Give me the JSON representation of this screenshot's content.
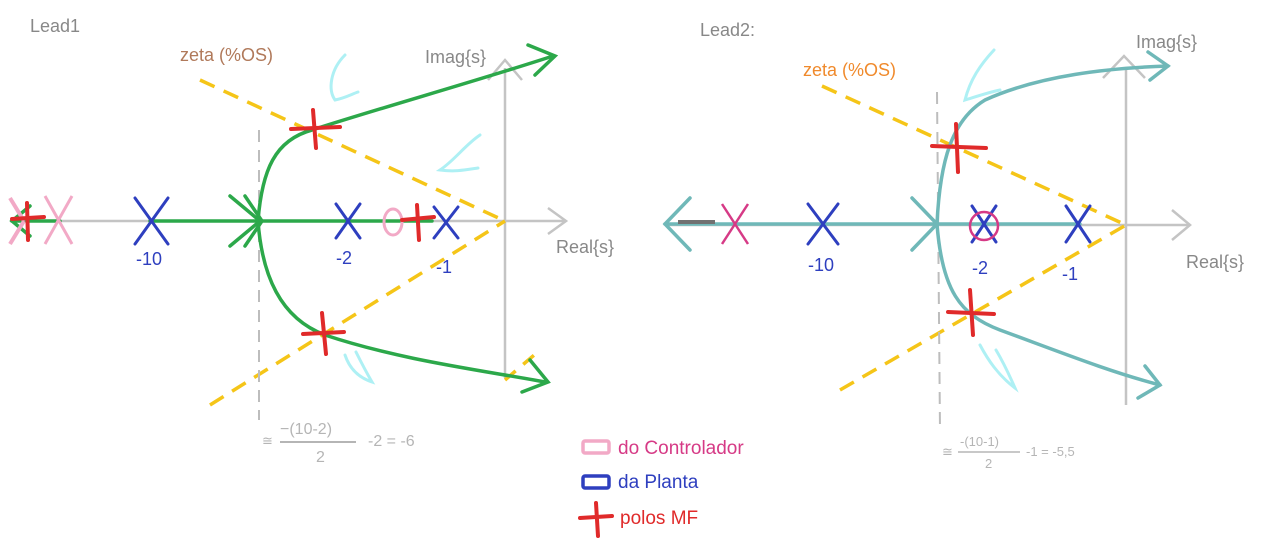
{
  "lead1": {
    "title": "Lead1",
    "zeta_label": "zeta (%OS)",
    "imag_label": "Imag{s}",
    "real_label": "Real{s}",
    "pole_labels": [
      "-10",
      "-2",
      "-1"
    ],
    "formula": {
      "approx": "≅",
      "numerator": "−(10-2)",
      "denominator": "2",
      "rest": "-2 = -6"
    }
  },
  "lead2": {
    "title": "Lead2:",
    "zeta_label": "zeta (%OS)",
    "imag_label": "Imag{s}",
    "real_label": "Real{s}",
    "pole_labels": [
      "-10",
      "-2",
      "-1"
    ],
    "formula": {
      "approx": "≅",
      "numerator": "-(10-1)",
      "denominator": "2",
      "rest": "-1 = -5,5"
    }
  },
  "legend": {
    "controller": "do Controlador",
    "plant": "da Planta",
    "closed_loop": "polos MF"
  },
  "colors": {
    "locus1": "#2ca84a",
    "locus2": "#6fb8b8",
    "zeta_line": "#f5c518",
    "plant": "#2e3fbf",
    "controller": "#f2a9c6",
    "closed_loop_pole": "#e02a2a",
    "axis": "#c4c4c4",
    "arrow_hint": "#aef0f4"
  }
}
